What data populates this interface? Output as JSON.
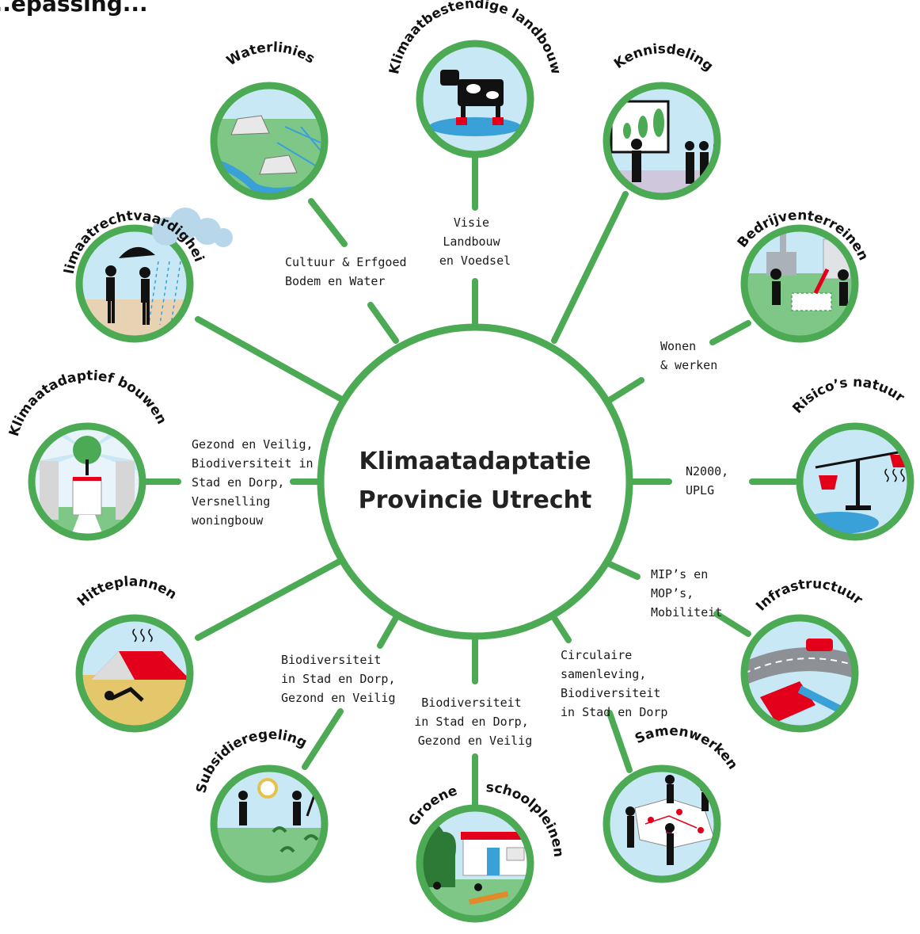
{
  "page_title": "...epassing...",
  "center": {
    "line1": "Klimaatadaptatie",
    "line2": "Provincie Utrecht"
  },
  "themes": {
    "klimaatbestendige_landbouw": "Klimaatbestendige landbouw",
    "waterlinies": "Waterlinies",
    "kennisdeling": "Kennisdeling",
    "klimaatrechtvaardigheid": "Klimaatrechtvaardigheid",
    "bedrijventerreinen": "Bedrijventerreinen",
    "klimaatadaptief_bouwen": "Klimaatadaptief bouwen",
    "risicos_natuur": "Risico’s natuur",
    "hitteplannen": "Hitteplannen",
    "infrastructuur": "Infrastructuur",
    "subsidieregeling": "Subsidieregeling",
    "groene_schoolpleinen_1": "Groene",
    "groene_schoolpleinen_2": "schoolpleinen",
    "samenwerken": "Samenwerken"
  },
  "labels": {
    "landbouw": [
      "Visie",
      "Landbouw",
      "en Voedsel"
    ],
    "waterlinies": [
      "Cultuur & Erfgoed",
      "Bodem en Water"
    ],
    "bedrijven": [
      "Wonen",
      "& werken"
    ],
    "bouwen": [
      "Gezond en Veilig,",
      "Biodiversiteit in",
      "Stad en Dorp,",
      "Versnelling",
      "woningbouw"
    ],
    "natuur": [
      "N2000,",
      "UPLG"
    ],
    "infra": [
      "MIP’s en",
      "MOP’s,",
      "Mobiliteit"
    ],
    "subsidie": [
      "Biodiversiteit",
      "in Stad en Dorp,",
      "Gezond en Veilig"
    ],
    "school": [
      "Biodiversiteit",
      "in Stad en Dorp,",
      "Gezond en Veilig"
    ],
    "samenwerken": [
      "Circulaire",
      "samenleving,",
      "Biodiversiteit",
      "in Stad en Dorp"
    ]
  },
  "colors": {
    "green": "#4caa55",
    "sky": "#c9e8f5",
    "grass": "#7fc787",
    "red": "#e3001b",
    "black": "#111111"
  }
}
